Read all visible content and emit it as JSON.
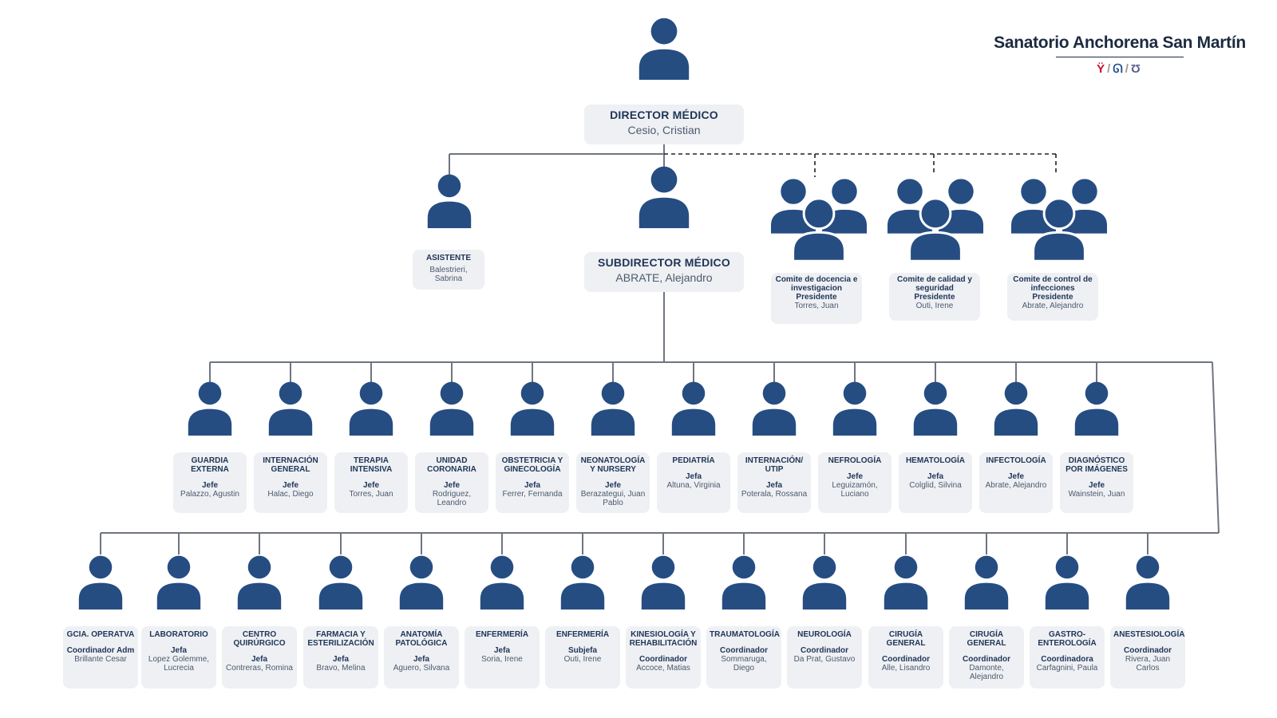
{
  "brand": {
    "name": "Sanatorio Anchorena San Martín",
    "logos": [
      "logo-1",
      "logo-2",
      "logo-3"
    ],
    "colors": {
      "logo1": "#c8102e",
      "logo2": "#1f4e8c",
      "logo3": "#5a5f8f"
    }
  },
  "colors": {
    "person": "#264d82",
    "card": "#eef0f4",
    "line": "#6f7580"
  },
  "director": {
    "title": "DIRECTOR MÉDICO",
    "name": "Cesio, Cristian"
  },
  "asistente": {
    "title": "ASISTENTE",
    "name": "Balestrieri, Sabrina"
  },
  "subdirector": {
    "title": "SUBDIRECTOR MÉDICO",
    "name": "ABRATE, Alejandro"
  },
  "comites": [
    {
      "title": "Comite de docencia e investigacion",
      "role": "Presidente",
      "name": "Torres, Juan"
    },
    {
      "title": "Comite de calidad y seguridad",
      "role": "Presidente",
      "name": "Outi, Irene"
    },
    {
      "title": "Comite de control de infecciones",
      "role": "Presidente",
      "name": "Abrate, Alejandro"
    }
  ],
  "row1": [
    {
      "title": "GUARDIA EXTERNA",
      "role": "Jefe",
      "name": "Palazzo, Agustin"
    },
    {
      "title": "INTERNACIÓN GENERAL",
      "role": "Jefe",
      "name": "Halac, Diego"
    },
    {
      "title": "TERAPIA INTENSIVA",
      "role": "Jefe",
      "name": "Torres, Juan"
    },
    {
      "title": "UNIDAD CORONARIA",
      "role": "Jefe",
      "name": "Rodriguez, Leandro"
    },
    {
      "title": "OBSTETRICIA Y GINECOLOGÍA",
      "role": "Jefa",
      "name": "Ferrer, Fernanda"
    },
    {
      "title": "NEONATOLOGÍA Y NURSERY",
      "role": "Jefe",
      "name": "Berazategui, Juan Pablo"
    },
    {
      "title": "PEDIATRÍA",
      "role": "Jefa",
      "name": "Altuna, Virginia"
    },
    {
      "title": "INTERNACIÓN/ UTIP",
      "role": "Jefa",
      "name": "Poterala, Rossana"
    },
    {
      "title": "NEFROLOGÍA",
      "role": "Jefe",
      "name": "Leguizamón, Luciano"
    },
    {
      "title": "HEMATOLOGÍA",
      "role": "Jefa",
      "name": "Colglid, Silvina"
    },
    {
      "title": "INFECTOLOGÍA",
      "role": "Jefe",
      "name": "Abrate, Alejandro"
    },
    {
      "title": "DIAGNÓSTICO POR IMÁGENES",
      "role": "Jefe",
      "name": "Wainstein, Juan"
    }
  ],
  "row2": [
    {
      "title": "GCIA. OPERATVA",
      "role": "Coordinador Adm",
      "name": "Brillante Cesar"
    },
    {
      "title": "LABORATORIO",
      "role": "Jefa",
      "name": "Lopez Golemme, Lucrecia"
    },
    {
      "title": "CENTRO QUIRÚRGICO",
      "role": "Jefa",
      "name": "Contreras, Romina"
    },
    {
      "title": "FARMACIA Y ESTERILIZACIÓN",
      "role": "Jefa",
      "name": "Bravo, Melina"
    },
    {
      "title": "ANATOMÍA PATOLÓGICA",
      "role": "Jefa",
      "name": "Aguero, Silvana"
    },
    {
      "title": "ENFERMERÍA",
      "role": "Jefa",
      "name": "Soria, Irene"
    },
    {
      "title": "ENFERMERÍA",
      "role": "Subjefa",
      "name": "Outi, Irene"
    },
    {
      "title": "KINESIOLOGÍA Y REHABILITACIÓN",
      "role": "Coordinador",
      "name": "Accoce, Matias"
    },
    {
      "title": "TRAUMATOLOGÍA",
      "role": "Coordinador",
      "name": "Sommaruga, Diego"
    },
    {
      "title": "NEUROLOGÍA",
      "role": "Coordinador",
      "name": "Da Prat, Gustavo"
    },
    {
      "title": "CIRUGÍA GENERAL",
      "role": "Coordinador",
      "name": "Alle, Lisandro"
    },
    {
      "title": "CIRUGÍA GENERAL",
      "role": "Coordinador",
      "name": "Damonte, Alejandro"
    },
    {
      "title": "GASTRO-ENTEROLOGÍA",
      "role": "Coordinadora",
      "name": "Carfagnini, Paula"
    },
    {
      "title": "ANESTESIOLOGÍA",
      "role": "Coordinador",
      "name": "Rivera, Juan Carlos"
    }
  ]
}
